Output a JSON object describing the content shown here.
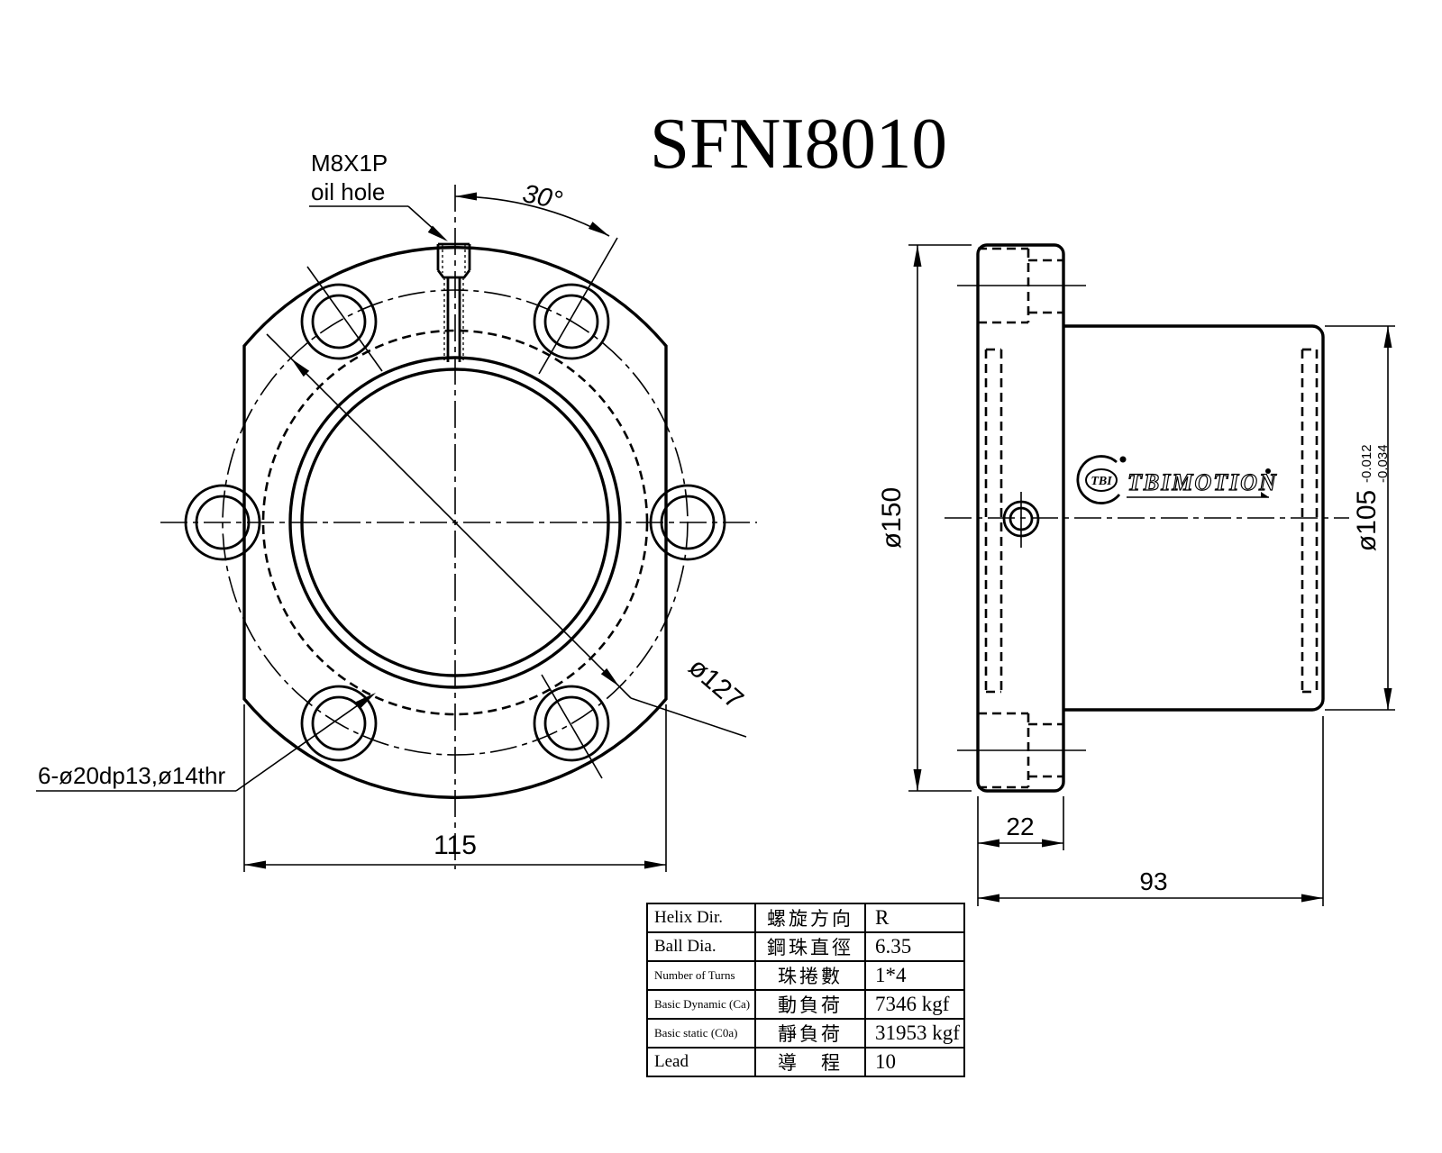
{
  "title": "SFNI8010",
  "front_view": {
    "oil_hole_spec": "M8X1P",
    "oil_hole_label": "oil hole",
    "angle_label": "30°",
    "bolt_hole_callout": "6-ø20dp13,ø14thr",
    "bolt_circle_diameter": "ø127",
    "flange_width": "115"
  },
  "side_view": {
    "flange_diameter": "ø150",
    "flange_thickness": "22",
    "overall_length": "93",
    "pilot_diameter": "ø105",
    "pilot_tolerance_upper": "-0.012",
    "pilot_tolerance_lower": "-0.034",
    "logo_badge": "TBI",
    "logo_text": "TBIMOTION",
    "logo_registered": "•"
  },
  "spec_table": {
    "rows": [
      {
        "en": "Helix  Dir.",
        "zh": "螺旋方向",
        "value": "R"
      },
      {
        "en": "Ball Dia.",
        "zh": "鋼珠直徑",
        "value": "6.35"
      },
      {
        "en": "Number of Turns",
        "zh": "珠捲數",
        "value": "1*4"
      },
      {
        "en": "Basic Dynamic (Ca)",
        "zh": "動負荷",
        "value": "7346 kgf"
      },
      {
        "en": "Basic static (C0a)",
        "zh": "靜負荷",
        "value": "31953 kgf"
      },
      {
        "en": "Lead",
        "zh": "導　程",
        "value": "10"
      }
    ]
  }
}
